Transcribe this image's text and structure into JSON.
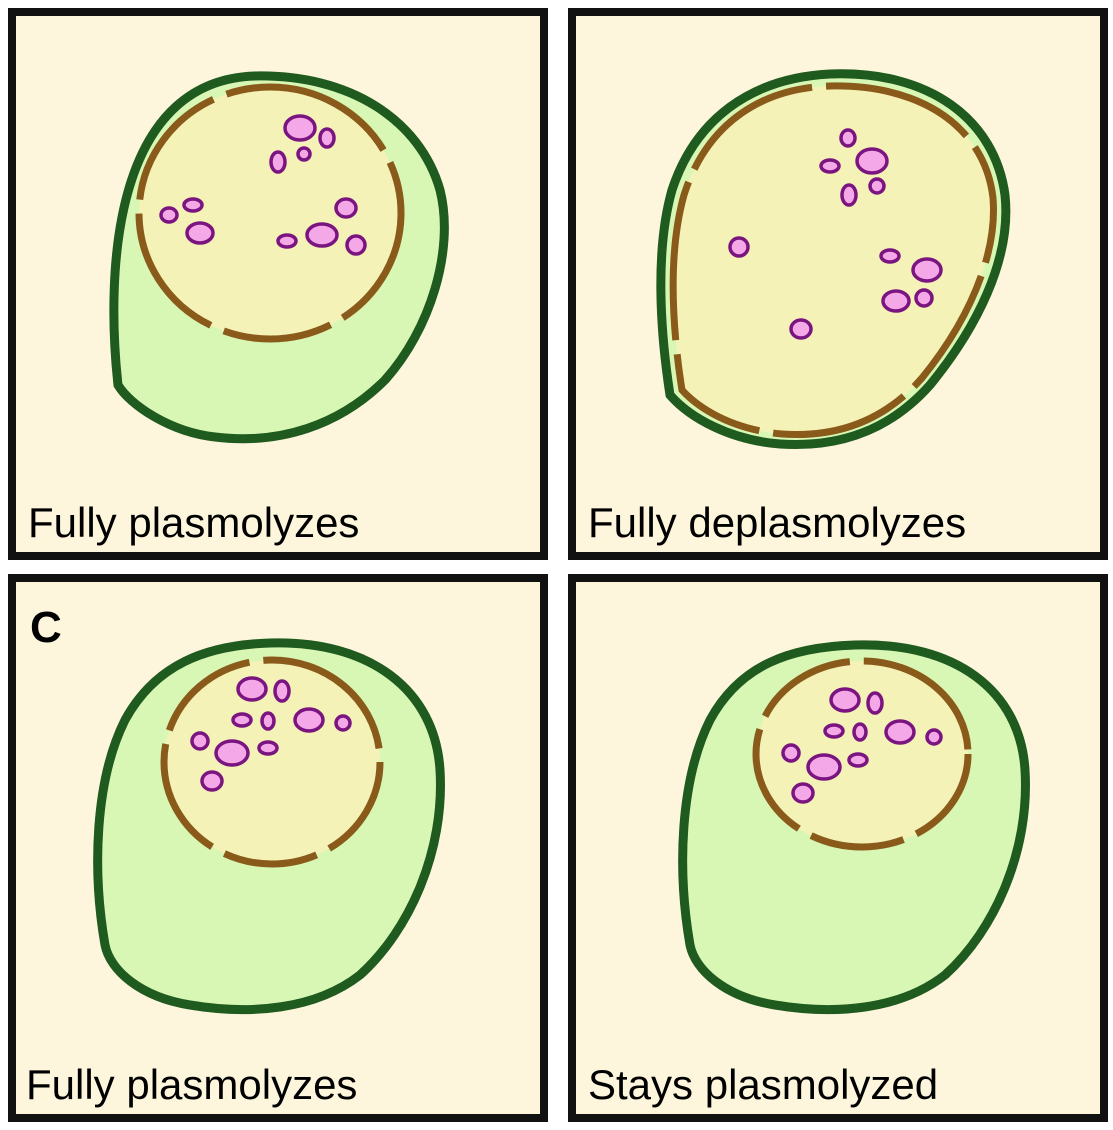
{
  "panels": [
    {
      "id": "top-left",
      "letter": "",
      "caption": "Fully plasmolyzes",
      "state": "plasmolyzed"
    },
    {
      "id": "top-right",
      "letter": "",
      "caption": "Fully deplasmolyzes",
      "state": "deplasmolyzed"
    },
    {
      "id": "bottom-left",
      "letter": "C",
      "caption": "Fully plasmolyzes",
      "state": "plasmolyzed-small"
    },
    {
      "id": "bottom-right",
      "letter": "",
      "caption": "Stays plasmolyzed",
      "state": "plasmolyzed-small"
    }
  ],
  "colors": {
    "panel_background": "#fdf6dc",
    "panel_border": "#111111",
    "cell_wall": "#1f5a1f",
    "cell_space": "#d8f7b5",
    "protoplast": "#f5f2b8",
    "membrane": "#8a5a1a",
    "organelle_fill": "#f4a8e8",
    "organelle_stroke": "#7a1580"
  }
}
